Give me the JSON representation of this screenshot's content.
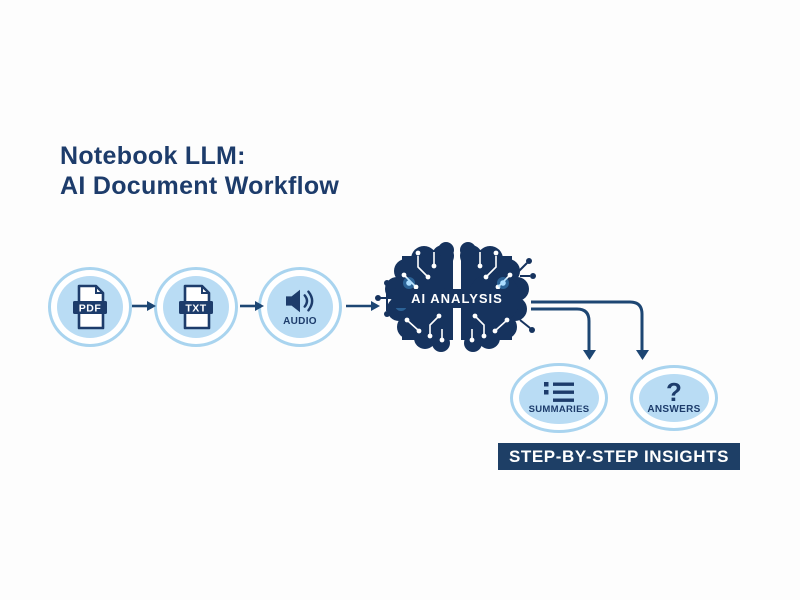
{
  "title": {
    "line1": "Notebook LLM:",
    "line2": "AI Document Workflow"
  },
  "flow_nodes": [
    {
      "label": "PDF",
      "icon": "pdf-file-icon"
    },
    {
      "label": "TXT",
      "icon": "txt-file-icon"
    },
    {
      "label": "AUDIO",
      "icon": "speaker-icon"
    },
    {
      "label": "AI ANALYSIS",
      "icon": "circuit-brain-icon"
    },
    {
      "label": "SUMMARIES",
      "icon": "bullet-list-icon"
    },
    {
      "label": "ANSWERS",
      "icon": "question-mark-icon",
      "glyph": "?"
    }
  ],
  "banner": {
    "label": "STEP-BY-STEP INSIGHTS"
  },
  "colors": {
    "navy": "#1d3c6b",
    "brain_navy": "#16335e",
    "arrow_blue": "#1d4673",
    "circle_fill": "#b9dcf4",
    "circle_ring": "#a9d4ef",
    "glow_blue": "#54b9ff",
    "banner_bg": "#1e3f66",
    "background": "#fdfdfd"
  }
}
